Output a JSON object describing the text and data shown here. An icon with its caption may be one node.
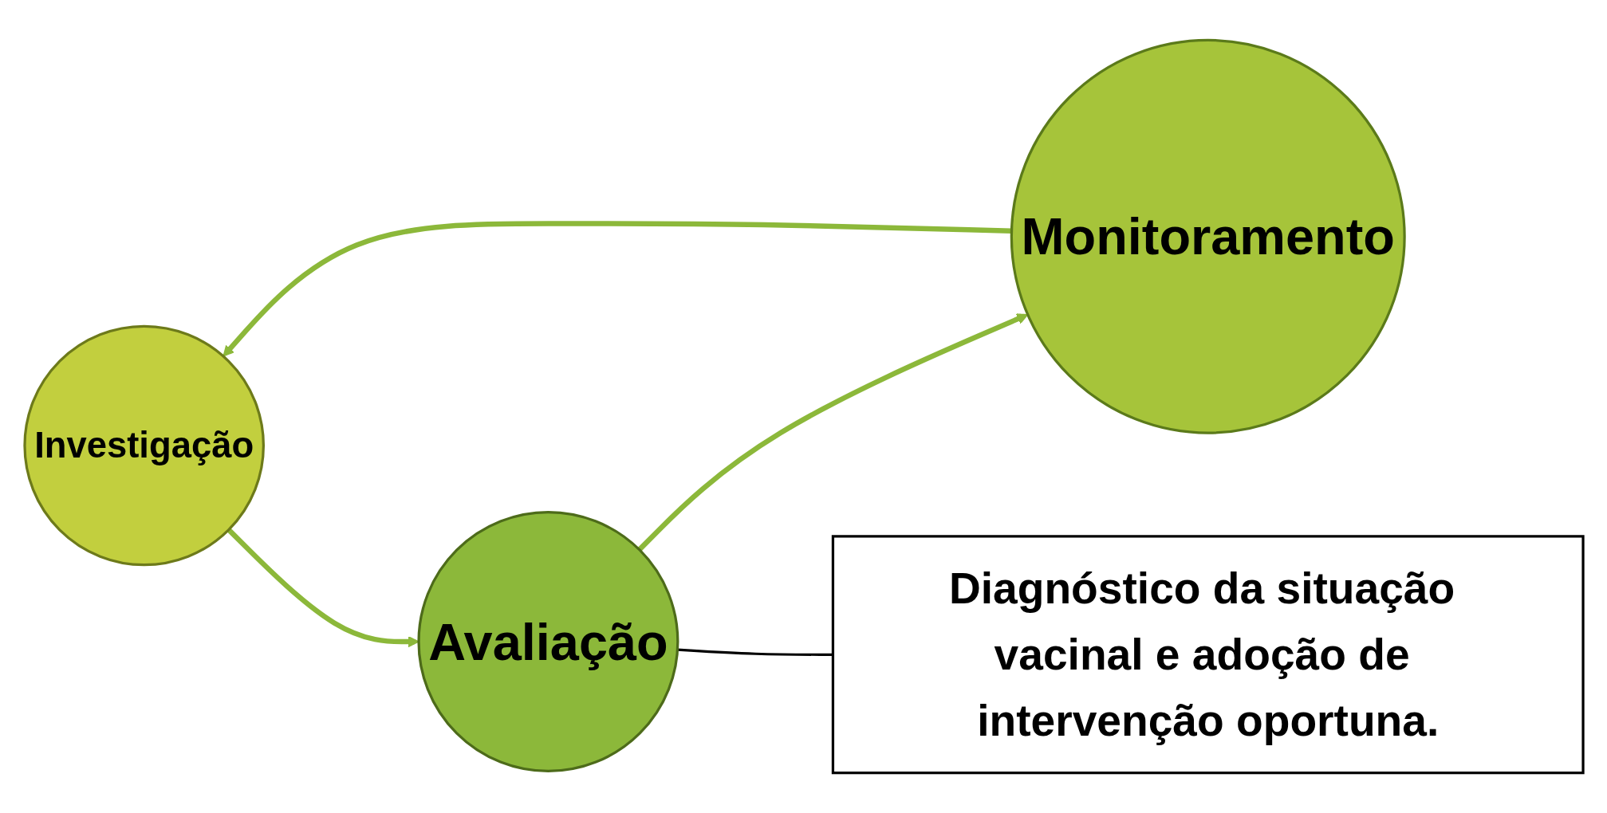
{
  "diagram": {
    "nodes": [
      {
        "text": [
          "Investigação"
        ]
      },
      {
        "text": [
          "Avaliação"
        ]
      },
      {
        "text": [
          "Monitoramento"
        ]
      },
      {
        "text": [
          "Diagnóstico da situação vacinal e adoção de intervenção oportuna."
        ]
      }
    ],
    "edges": [
      {
        "from": 0,
        "to": 1,
        "arrow": "to"
      },
      {
        "from": 1,
        "to": 2,
        "arrow": "to"
      },
      {
        "from": 2,
        "to": 0,
        "arrow": "to"
      },
      {
        "from": 1,
        "to": 3,
        "arrow": "none",
        "color": "#000000"
      }
    ]
  }
}
